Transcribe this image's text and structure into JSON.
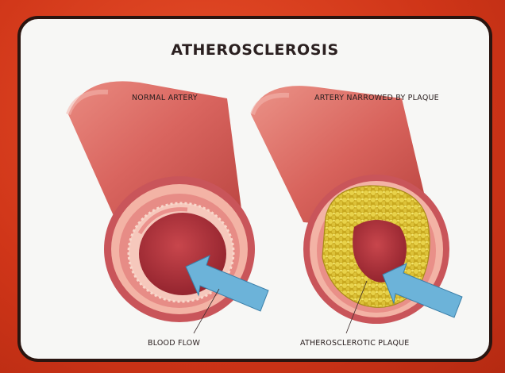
{
  "title": "ATHEROSCLEROSIS",
  "labels": {
    "normal_artery": "NORMAL ARTERY",
    "narrowed_artery": "ARTERY NARROWED BY PLAQUE",
    "blood_flow": "BLOOD FLOW",
    "plaque": "ATHEROSCLEROTIC PLAQUE"
  },
  "colors": {
    "background": "#d8371f",
    "panel": "#f7f7f5",
    "artery_outer": "#d9655f",
    "artery_inner": "#f3b3a5",
    "lumen": "#b8323a",
    "plaque": "#d9c22a",
    "arrow": "#6cb3d9"
  }
}
